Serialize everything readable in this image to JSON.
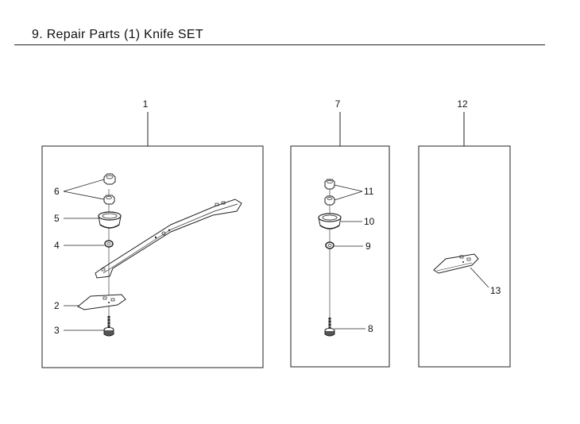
{
  "page": {
    "title": "9. Repair Parts (1) Knife SET"
  },
  "sets": [
    {
      "id": "set-1",
      "number": "1"
    },
    {
      "id": "set-7",
      "number": "7"
    },
    {
      "id": "set-12",
      "number": "12"
    }
  ],
  "callouts": {
    "c1": "1",
    "c2": "2",
    "c3": "3",
    "c4": "4",
    "c5": "5",
    "c6": "6",
    "c7": "7",
    "c8": "8",
    "c9": "9",
    "c10": "10",
    "c11": "11",
    "c12": "12",
    "c13": "13"
  }
}
